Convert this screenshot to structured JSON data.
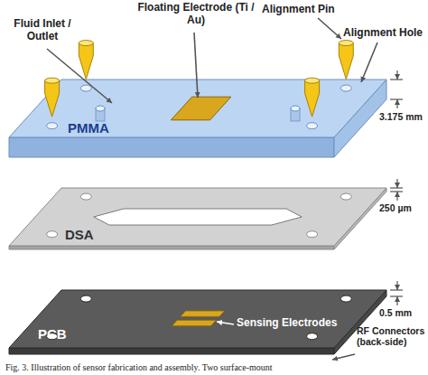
{
  "diagram": {
    "caption": "Fig. 3.  Illustration of sensor fabrication and assembly. Two surface-mount",
    "labels": [
      "Floating Electrode (Ti / Au)",
      "Alignment Pin",
      "Fluid Inlet / Outlet",
      "Alignment Hole",
      "3.175 mm",
      "PMMA",
      "250 µm",
      "DSA",
      "0.5 mm",
      "Sensing Electrodes",
      "PCB",
      "RF Connectors (back-side)"
    ]
  }
}
